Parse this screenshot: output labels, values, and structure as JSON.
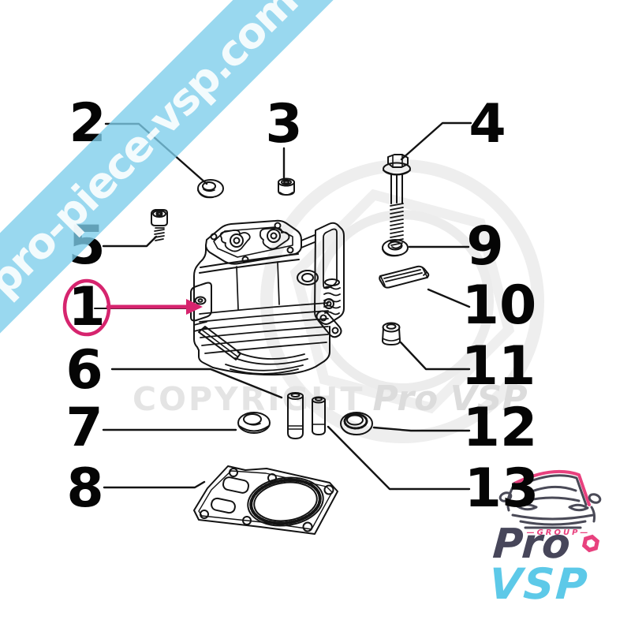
{
  "watermarks": {
    "banner_text": "pro-piece-vsp.com",
    "copyright_prefix": "COPYRIGHT",
    "copyright_brand": "Pro VSP"
  },
  "callouts": {
    "c1": {
      "label": "1"
    },
    "c2": {
      "label": "2"
    },
    "c3": {
      "label": "3"
    },
    "c4": {
      "label": "4"
    },
    "c5": {
      "label": "5"
    },
    "c6": {
      "label": "6"
    },
    "c7": {
      "label": "7"
    },
    "c8": {
      "label": "8"
    },
    "c9": {
      "label": "9"
    },
    "c10": {
      "label": "10"
    },
    "c11": {
      "label": "11"
    },
    "c12": {
      "label": "12"
    },
    "c13": {
      "label": "13"
    }
  },
  "logo": {
    "group": "—GROUP—",
    "pro": "Pro",
    "vsp": "VSP"
  },
  "colors": {
    "banner_blue": "#8ed4ee",
    "accent_pink": "#d6246e",
    "logo_pink": "#e8417e",
    "logo_dark": "#47465a",
    "logo_blue": "#5dc9e8",
    "watermark_gray": "#ededed",
    "line_black": "#131313"
  }
}
